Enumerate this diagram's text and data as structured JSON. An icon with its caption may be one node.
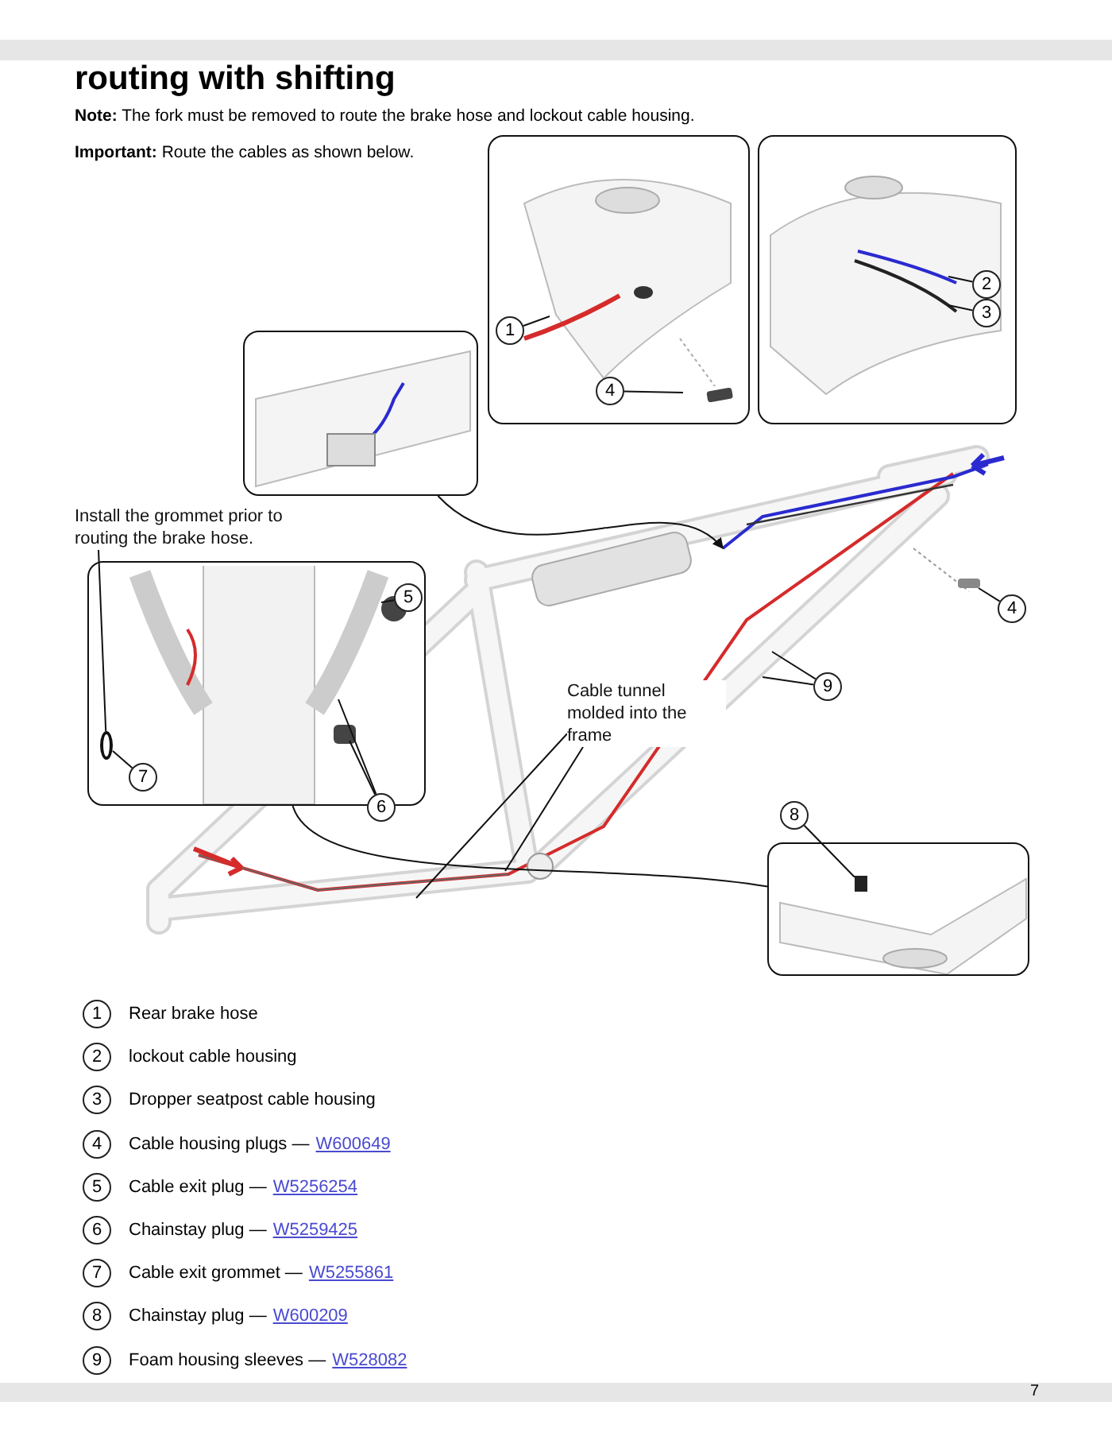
{
  "diagram": {
    "title": "routing with shifting",
    "nodes": [
      {
        "text": [],
        "shape": "picture"
      },
      {
        "text": [],
        "shape": "picture"
      },
      {
        "text": [],
        "shape": "picture"
      },
      {
        "text": [],
        "shape": "picture"
      },
      {
        "text": [],
        "shape": "picture"
      },
      {
        "text": [
          "1"
        ],
        "in": 0
      },
      {
        "text": [
          "2"
        ],
        "in": 1
      },
      {
        "text": [
          "3"
        ],
        "in": 1
      },
      {
        "text": [
          "4"
        ],
        "in": 0
      },
      {
        "text": [
          "4"
        ]
      },
      {
        "text": [
          "5"
        ],
        "in": 3
      },
      {
        "text": [
          "6"
        ]
      },
      {
        "text": [
          "7"
        ],
        "in": 3
      },
      {
        "text": [
          "8"
        ]
      },
      {
        "text": [
          "9"
        ]
      },
      {
        "text": [
          "Install the grommet prior to routing the brake hose."
        ]
      },
      {
        "text": [
          "Cable tunnel molded into the frame"
        ]
      },
      {
        "text": [
          "1"
        ]
      },
      {
        "text": [
          "2"
        ]
      },
      {
        "text": [
          "3"
        ]
      },
      {
        "text": [
          "4"
        ]
      },
      {
        "text": [
          "5"
        ]
      },
      {
        "text": [
          "6"
        ]
      },
      {
        "text": [
          "7"
        ]
      },
      {
        "text": [
          "8"
        ]
      },
      {
        "text": [
          "9"
        ]
      },
      {
        "text": [],
        "shape": "circle",
        "in": 3
      },
      {
        "text": [],
        "shape": "box",
        "in": 4
      }
    ],
    "edges": [
      {
        "from": 5,
        "to": null,
        "arrow": "none"
      },
      {
        "from": 6,
        "to": null,
        "arrow": "none"
      },
      {
        "from": 7,
        "to": null,
        "arrow": "none"
      },
      {
        "from": 8,
        "to": null,
        "arrow": "none"
      },
      {
        "from": 9,
        "to": null,
        "arrow": "none"
      },
      {
        "from": 10,
        "to": null,
        "arrow": "none"
      },
      {
        "from": 11,
        "to": null,
        "arrow": "none"
      },
      {
        "from": 11,
        "to": null,
        "arrow": "none"
      },
      {
        "from": 12,
        "to": 26,
        "arrow": "none"
      },
      {
        "from": 13,
        "to": 27,
        "arrow": "none"
      },
      {
        "from": 14,
        "to": null,
        "arrow": "none"
      },
      {
        "from": 14,
        "to": null,
        "arrow": "none"
      },
      {
        "from": 15,
        "to": 26,
        "arrow": "none"
      },
      {
        "from": 16,
        "to": null,
        "arrow": "none"
      },
      {
        "from": 16,
        "to": null,
        "arrow": "none"
      },
      {
        "from": 2,
        "to": null,
        "arrow": "to"
      },
      {
        "from": 3,
        "to": 4,
        "arrow": "none"
      }
    ],
    "labels": [
      "**Note:** The fork must be removed to route the brake hose and lockout cable housing.",
      "**Important:** Route the cables as shown below.",
      "Rear brake hose",
      "lockout cable housing",
      "Dropper seatpost cable housing",
      "Cable housing plugs —",
      "W600649",
      "Cable exit plug —",
      "W5256254",
      "Chainstay plug —",
      "W5259425",
      "Cable exit grommet —",
      "W5255861",
      "Chainstay plug —",
      "W600209",
      "Foam housing sleeves —",
      "W528082",
      "7"
    ]
  }
}
